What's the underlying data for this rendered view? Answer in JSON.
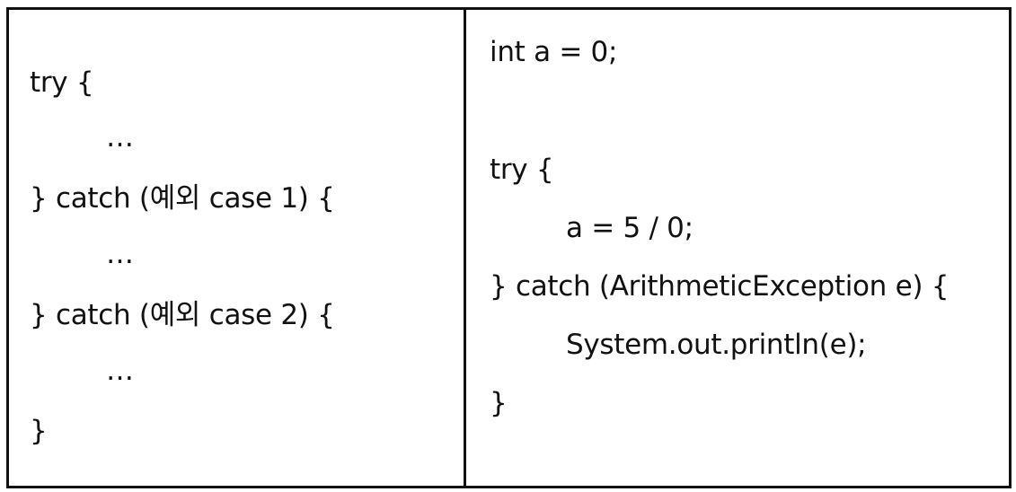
{
  "left_panel": {
    "lines": [
      "try {",
      "…",
      "} catch (예외 case 1) {",
      "…",
      "} catch (예외 case 2) {",
      "…",
      "}"
    ]
  },
  "right_panel": {
    "lines": [
      "int a = 0;",
      "try {",
      "a = 5 / 0;",
      "} catch (ArithmeticException e) {",
      "System.out.println(e);",
      "}"
    ]
  }
}
